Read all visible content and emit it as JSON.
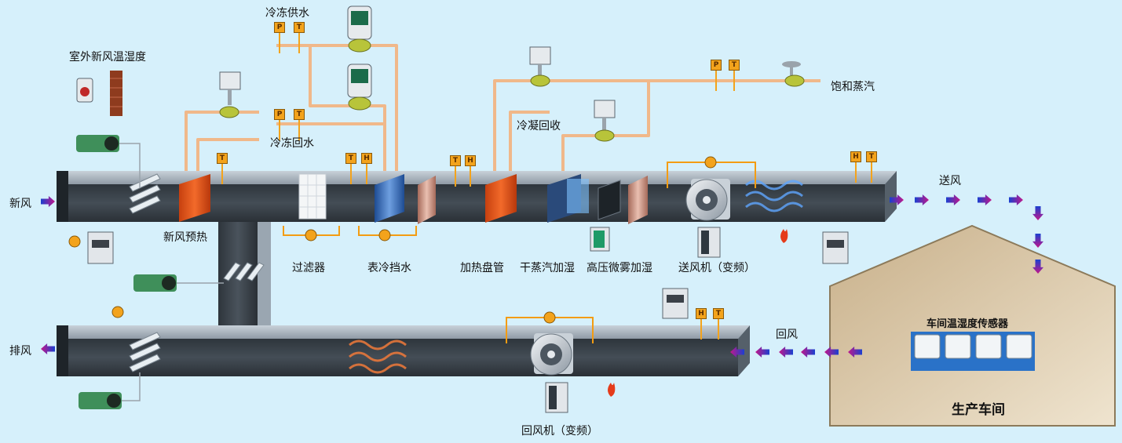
{
  "labels": {
    "outdoor_sensor": "室外新风温湿度",
    "chilled_supply": "冷冻供水",
    "chilled_return": "冷冻回水",
    "saturated_steam": "饱和蒸汽",
    "condensate_return": "冷凝回收",
    "fresh_air": "新风",
    "exhaust_air": "排风",
    "supply_air": "送风",
    "return_air": "回风",
    "preheat": "新风预热",
    "filter": "过滤器",
    "cooling_coil": "表冷挡水",
    "heating_coil": "加热盘管",
    "dry_steam_humidifier": "干蒸汽加湿",
    "hp_mist_humidifier": "高压微雾加湿",
    "supply_fan": "送风机（变频）",
    "return_fan": "回风机（变频）",
    "workshop_sensor": "车间温湿度传感器",
    "workshop": "生产车间"
  },
  "sensor_tags": {
    "pressure": "P",
    "temperature": "T",
    "humidity": "H"
  },
  "colors": {
    "background": "#d6f0fb",
    "duct_body": "#3b434b",
    "duct_top": "#a9b4bf",
    "pipe": "#f0b88a",
    "valve": "#b8c43a",
    "coil_red": "#e05a1e",
    "coil_blue": "#3d6fb8",
    "arrow": "#6a1fa8",
    "workshop": "#d9c6a1",
    "sensor_tag": "#f3a31c",
    "control_loop": "#f39c12"
  }
}
